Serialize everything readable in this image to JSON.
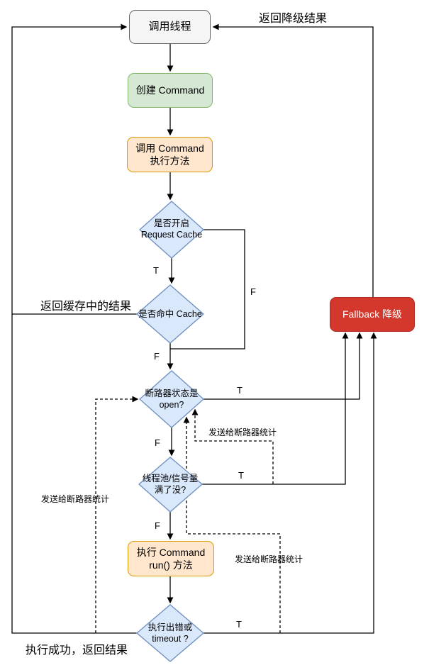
{
  "diagram": {
    "title": "Hystrix command execution flowchart",
    "nodes": {
      "start": {
        "label": "调用线程"
      },
      "create": {
        "label": "创建 Command"
      },
      "invoke": {
        "label": "调用 Command 执行方法"
      },
      "request_cache": {
        "label": "是否开启\nRequest Cache"
      },
      "hit_cache": {
        "label": "是否命中 Cache"
      },
      "fallback": {
        "label": "Fallback 降级"
      },
      "breaker": {
        "label": "断路器状态是\nopen?"
      },
      "pool": {
        "label": "线程池/信号量\n满了没?"
      },
      "run": {
        "label": "执行 Command run() 方法"
      },
      "timeout": {
        "label": "执行出错或\ntimeout ?"
      }
    },
    "labels": {
      "return_fallback": "返回降级结果",
      "return_cache": "返回缓存中的结果",
      "stats_left": "发送给断路器统计",
      "stats_mid": "发送给断路器统计",
      "stats_bottom": "发送给断路器统计",
      "success": "执行成功，返回结果"
    },
    "branch": {
      "request_t": "T",
      "request_f": "F",
      "cache_f": "F",
      "breaker_t": "T",
      "breaker_f": "F",
      "pool_t": "T",
      "pool_f": "F",
      "timeout_t": "T"
    }
  },
  "colors": {
    "line": "#000000",
    "gray_fill": "#f5f5f5",
    "gray_stroke": "#666666",
    "green_fill": "#d5e8d4",
    "green_stroke": "#82b366",
    "orange_fill": "#ffe6cc",
    "orange_stroke": "#d79b00",
    "blue_fill": "#dae8fc",
    "blue_stroke": "#6c8ebf",
    "red_fill": "#d4372b",
    "red_stroke": "#b02d23",
    "fallback_text": "#ffffff",
    "text": "#000000"
  }
}
